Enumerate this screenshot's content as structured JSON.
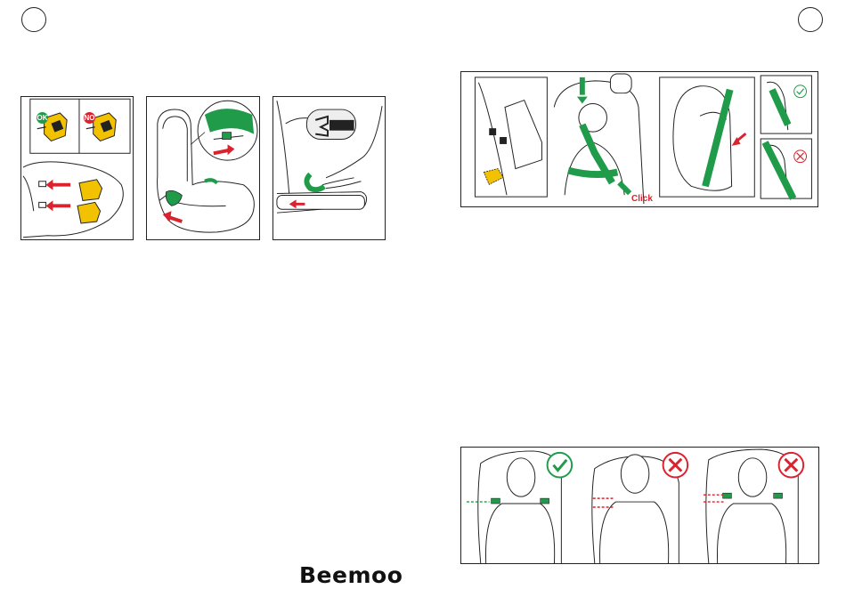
{
  "badges": {
    "ok": "OK",
    "no": "NO"
  },
  "labels": {
    "click": "Click"
  },
  "brand": {
    "name": "Beemoo"
  },
  "colors": {
    "green": "#1f9b4a",
    "red": "#d9232e",
    "yellow": "#f2c200",
    "line": "#222222"
  },
  "icons": {
    "correct": "check-circle-icon",
    "incorrect": "cross-circle-icon"
  }
}
